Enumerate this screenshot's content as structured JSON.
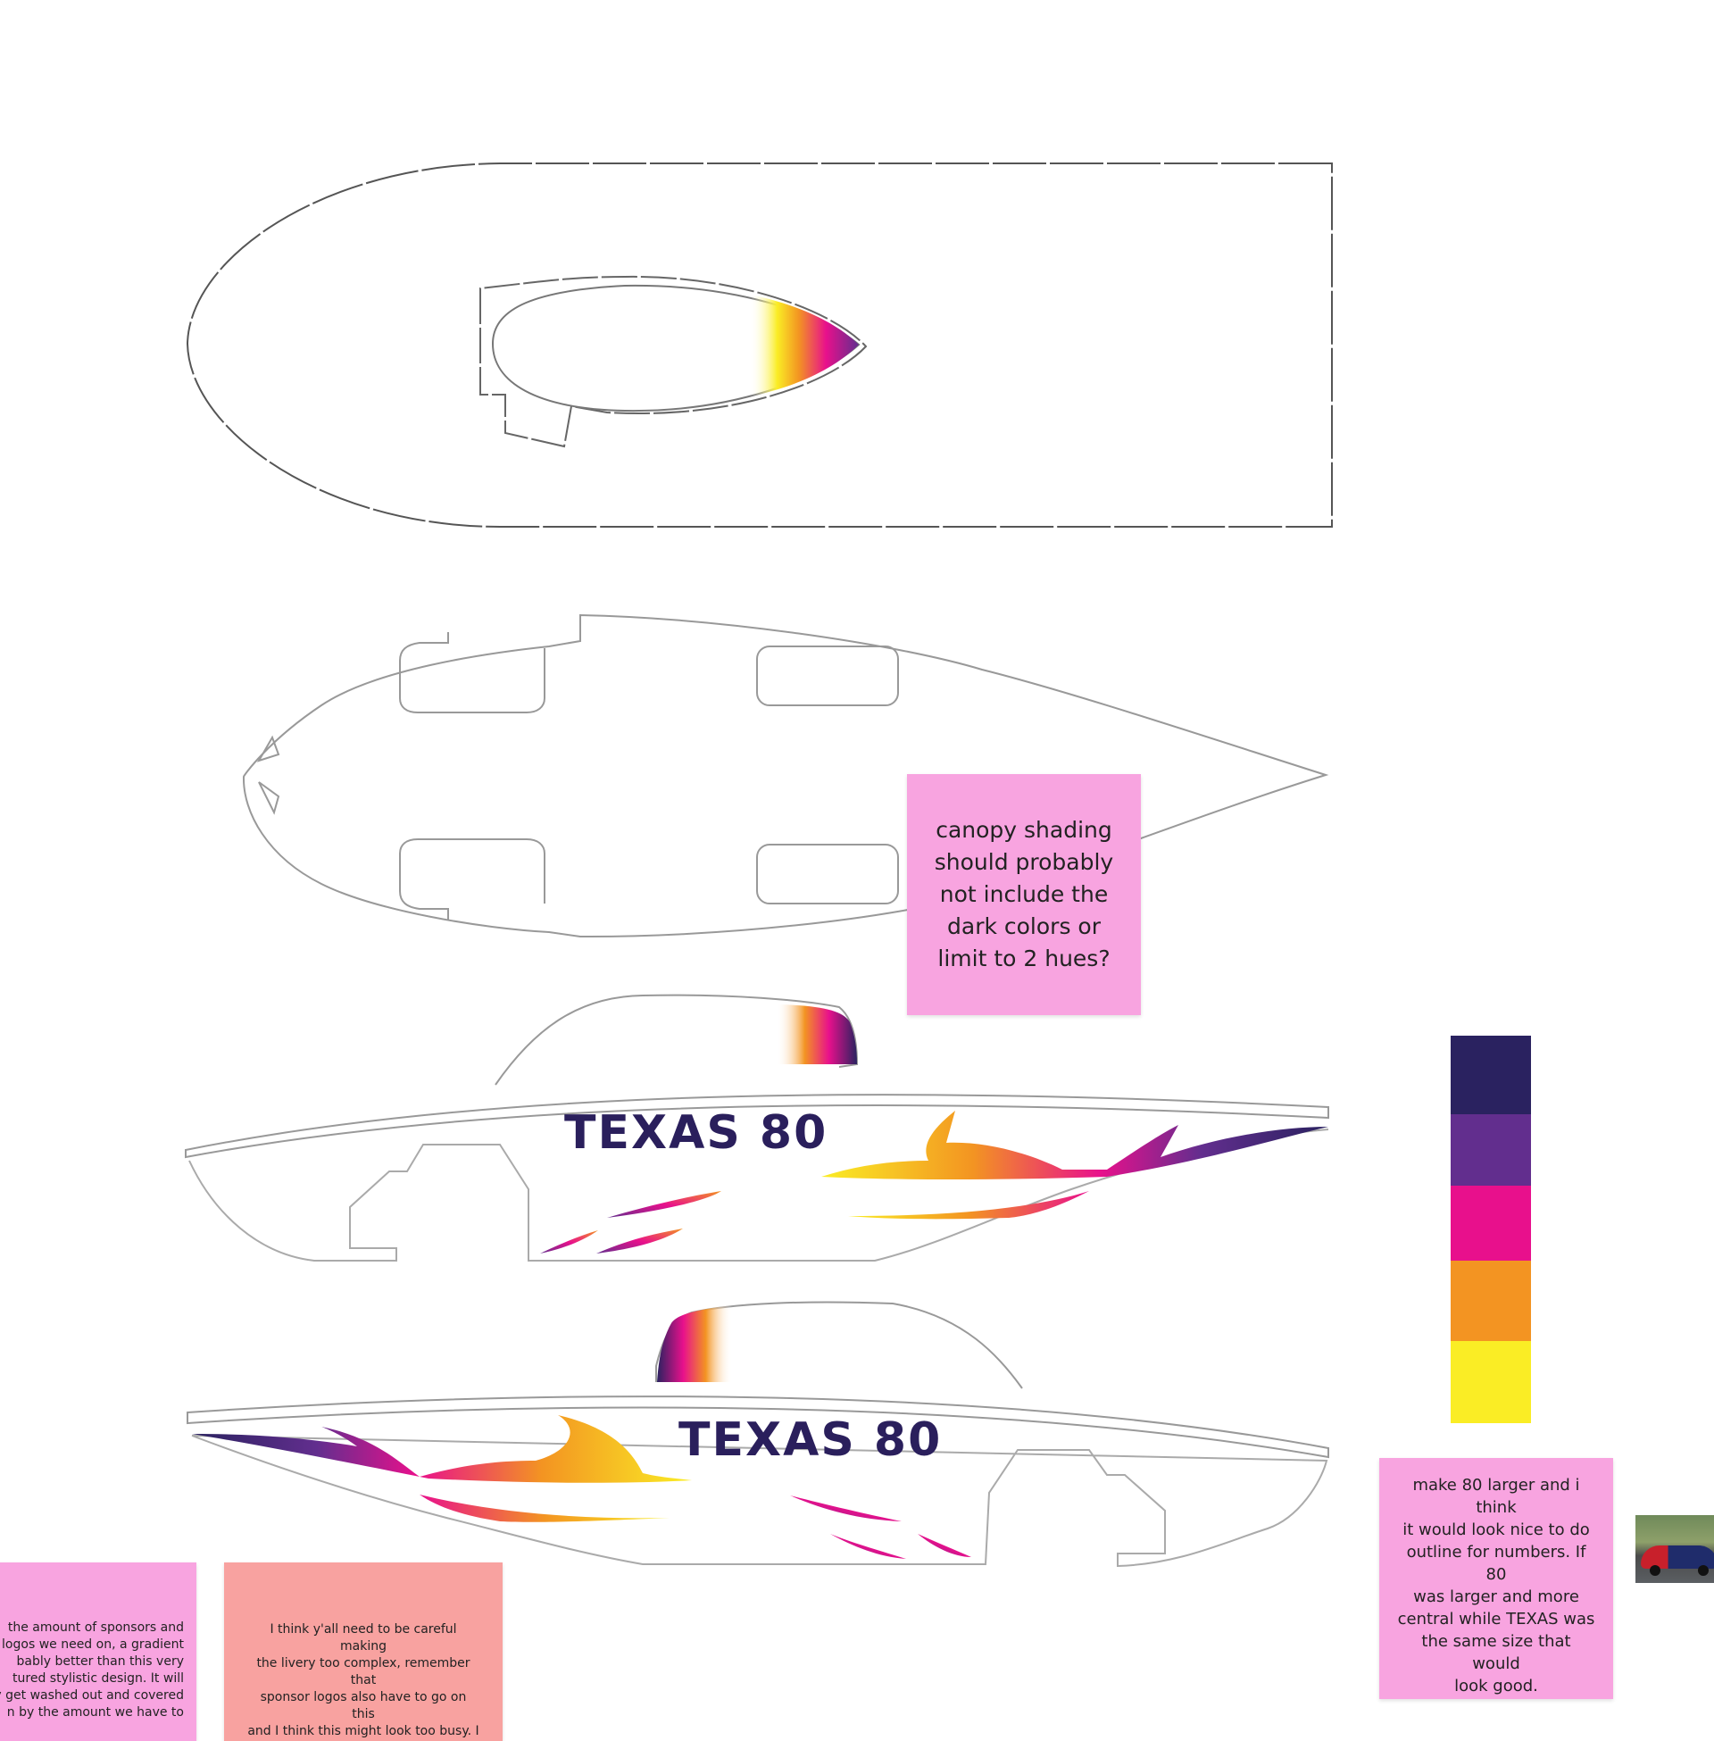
{
  "board": {
    "livery_text": "TEXAS 80"
  },
  "sticky_notes": {
    "canopy": "canopy shading\nshould probably\nnot include the\ndark colors or\nlimit to 2 hues?",
    "kayla": "make 80 larger and i think\nit would look nice to do\noutline for numbers. If 80\nwas larger and more\ncentral while TEXAS was\nthe same size that would\nlook good.\n- kayla",
    "gradient": "the amount of sponsors and\nn logos we need on, a gradient\nbably better than this very\ntured stylistic design. It will\ny get washed out and covered\nn by the amount we have to",
    "complex": "I think y'all need to be careful making\nthe livery too complex, remember that\nsponsor logos also have to go on this\nand I think this might look too busy. I\nthink it would be better to keep the"
  },
  "palette": {
    "colors": [
      "#2a2260",
      "#622e8e",
      "#e8108c",
      "#f39422",
      "#faed25"
    ]
  },
  "colors": {
    "sticky_pink": "#f8a4e0",
    "sticky_salmon": "#f8a2a0",
    "navy": "#2a1f5c"
  },
  "icons": {
    "thumbnail": "car-photo-icon"
  }
}
